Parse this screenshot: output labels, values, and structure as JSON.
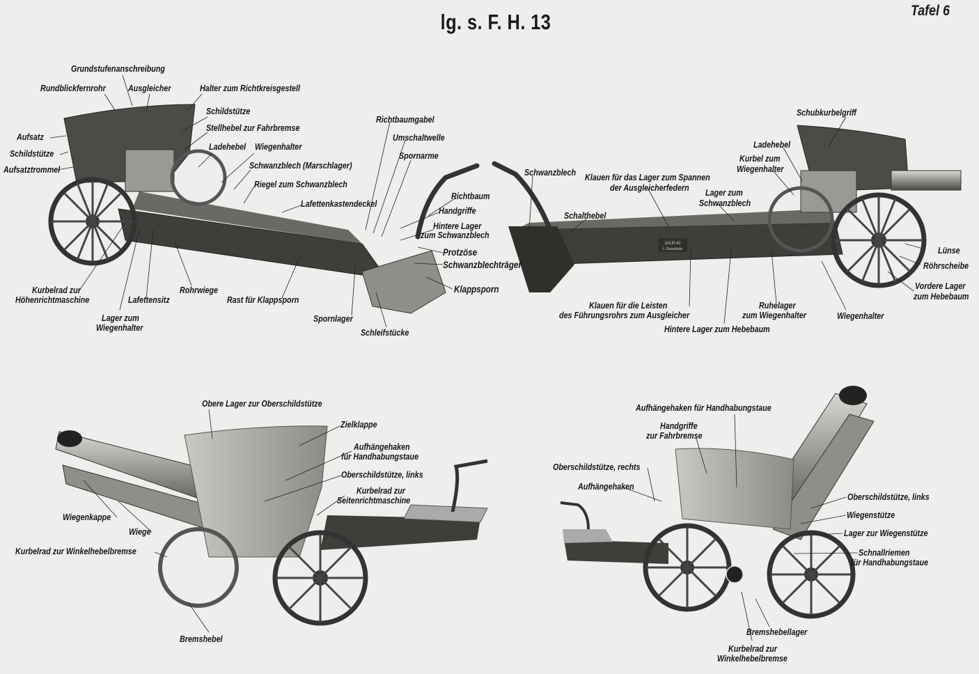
{
  "title": "lg. s. F. H. 13",
  "plate": "Tafel 6",
  "panel_top_left": {
    "labels": [
      "Grundstufenanschreibung",
      "Rundblickfernrohr",
      "Ausgleicher",
      "Halter zum Richtkreisgestell",
      "Schildstütze",
      "Stellhebel zur Fahrbremse",
      "Aufsatz",
      "Schildstütze",
      "Aufsatztrommel",
      "Ladehebel",
      "Wiegenhalter",
      "Schwanzblech (Marschlager)",
      "Riegel zum Schwanzblech",
      "Lafettenkastendeckel",
      "Richtbaumgabel",
      "Umschaltwelle",
      "Spornarme",
      "Richtbaum",
      "Handgriffe",
      "Hintere Lager",
      "zum Schwanzblech",
      "Protzöse",
      "Schwanzblechträger",
      "Klappsporn",
      "Kurbelrad zur",
      "Höhenrichtmaschine",
      "Lafettensitz",
      "Lager zum",
      "Wiegenhalter",
      "Rohrwiege",
      "Rast für Klappsporn",
      "Spornlager",
      "Schleifstücke"
    ]
  },
  "panel_top_right": {
    "labels": [
      "Schubkurbelgriff",
      "Ladehebel",
      "Kurbel zum",
      "Wiegenhalter",
      "Schwanzblech",
      "Klauen für das Lager zum Spannen",
      "der Ausgleicherfedern",
      "Lager zum",
      "Schwanzblech",
      "Schalthebel",
      "Lünse",
      "Röhrscheibe",
      "Vordere Lager",
      "zum Hebebaum",
      "Klauen für die Leisten",
      "des Führungsrohrs zum Ausgleicher",
      "Hintere Lager zum Hebebaum",
      "Ruhelager",
      "zum Wiegenhalter",
      "Wiegenhalter"
    ],
    "trail_marking": "1/A.R.41 I. Geschütz"
  },
  "panel_bottom_left": {
    "labels": [
      "Obere Lager zur Oberschildstütze",
      "Zielklappe",
      "Aufhängehaken",
      "für Handhabungstaue",
      "Oberschildstütze, links",
      "Kurbelrad zur",
      "Seitenrichtmaschine",
      "Wiegenkappe",
      "Wiege",
      "Kurbelrad zur Winkelhebelbremse",
      "Bremshebel"
    ]
  },
  "panel_bottom_right": {
    "labels": [
      "Aufhängehaken für Handhabungstaue",
      "Handgriffe",
      "zur Fahrbremse",
      "Oberschildstütze, rechts",
      "Aufhängehaken",
      "Oberschildstütze, links",
      "Wiegenstütze",
      "Lager zur Wiegenstütze",
      "Schnallriemen",
      "für Handhabungstaue",
      "Bremshebellager",
      "Kurbelrad zur",
      "Winkelhebelbremse"
    ]
  },
  "colors": {
    "paper": "#eeeeec",
    "ink": "#151515",
    "metal_dark": "#3a3a38",
    "metal_mid": "#6c6c68",
    "metal_light": "#a9a9a4"
  }
}
